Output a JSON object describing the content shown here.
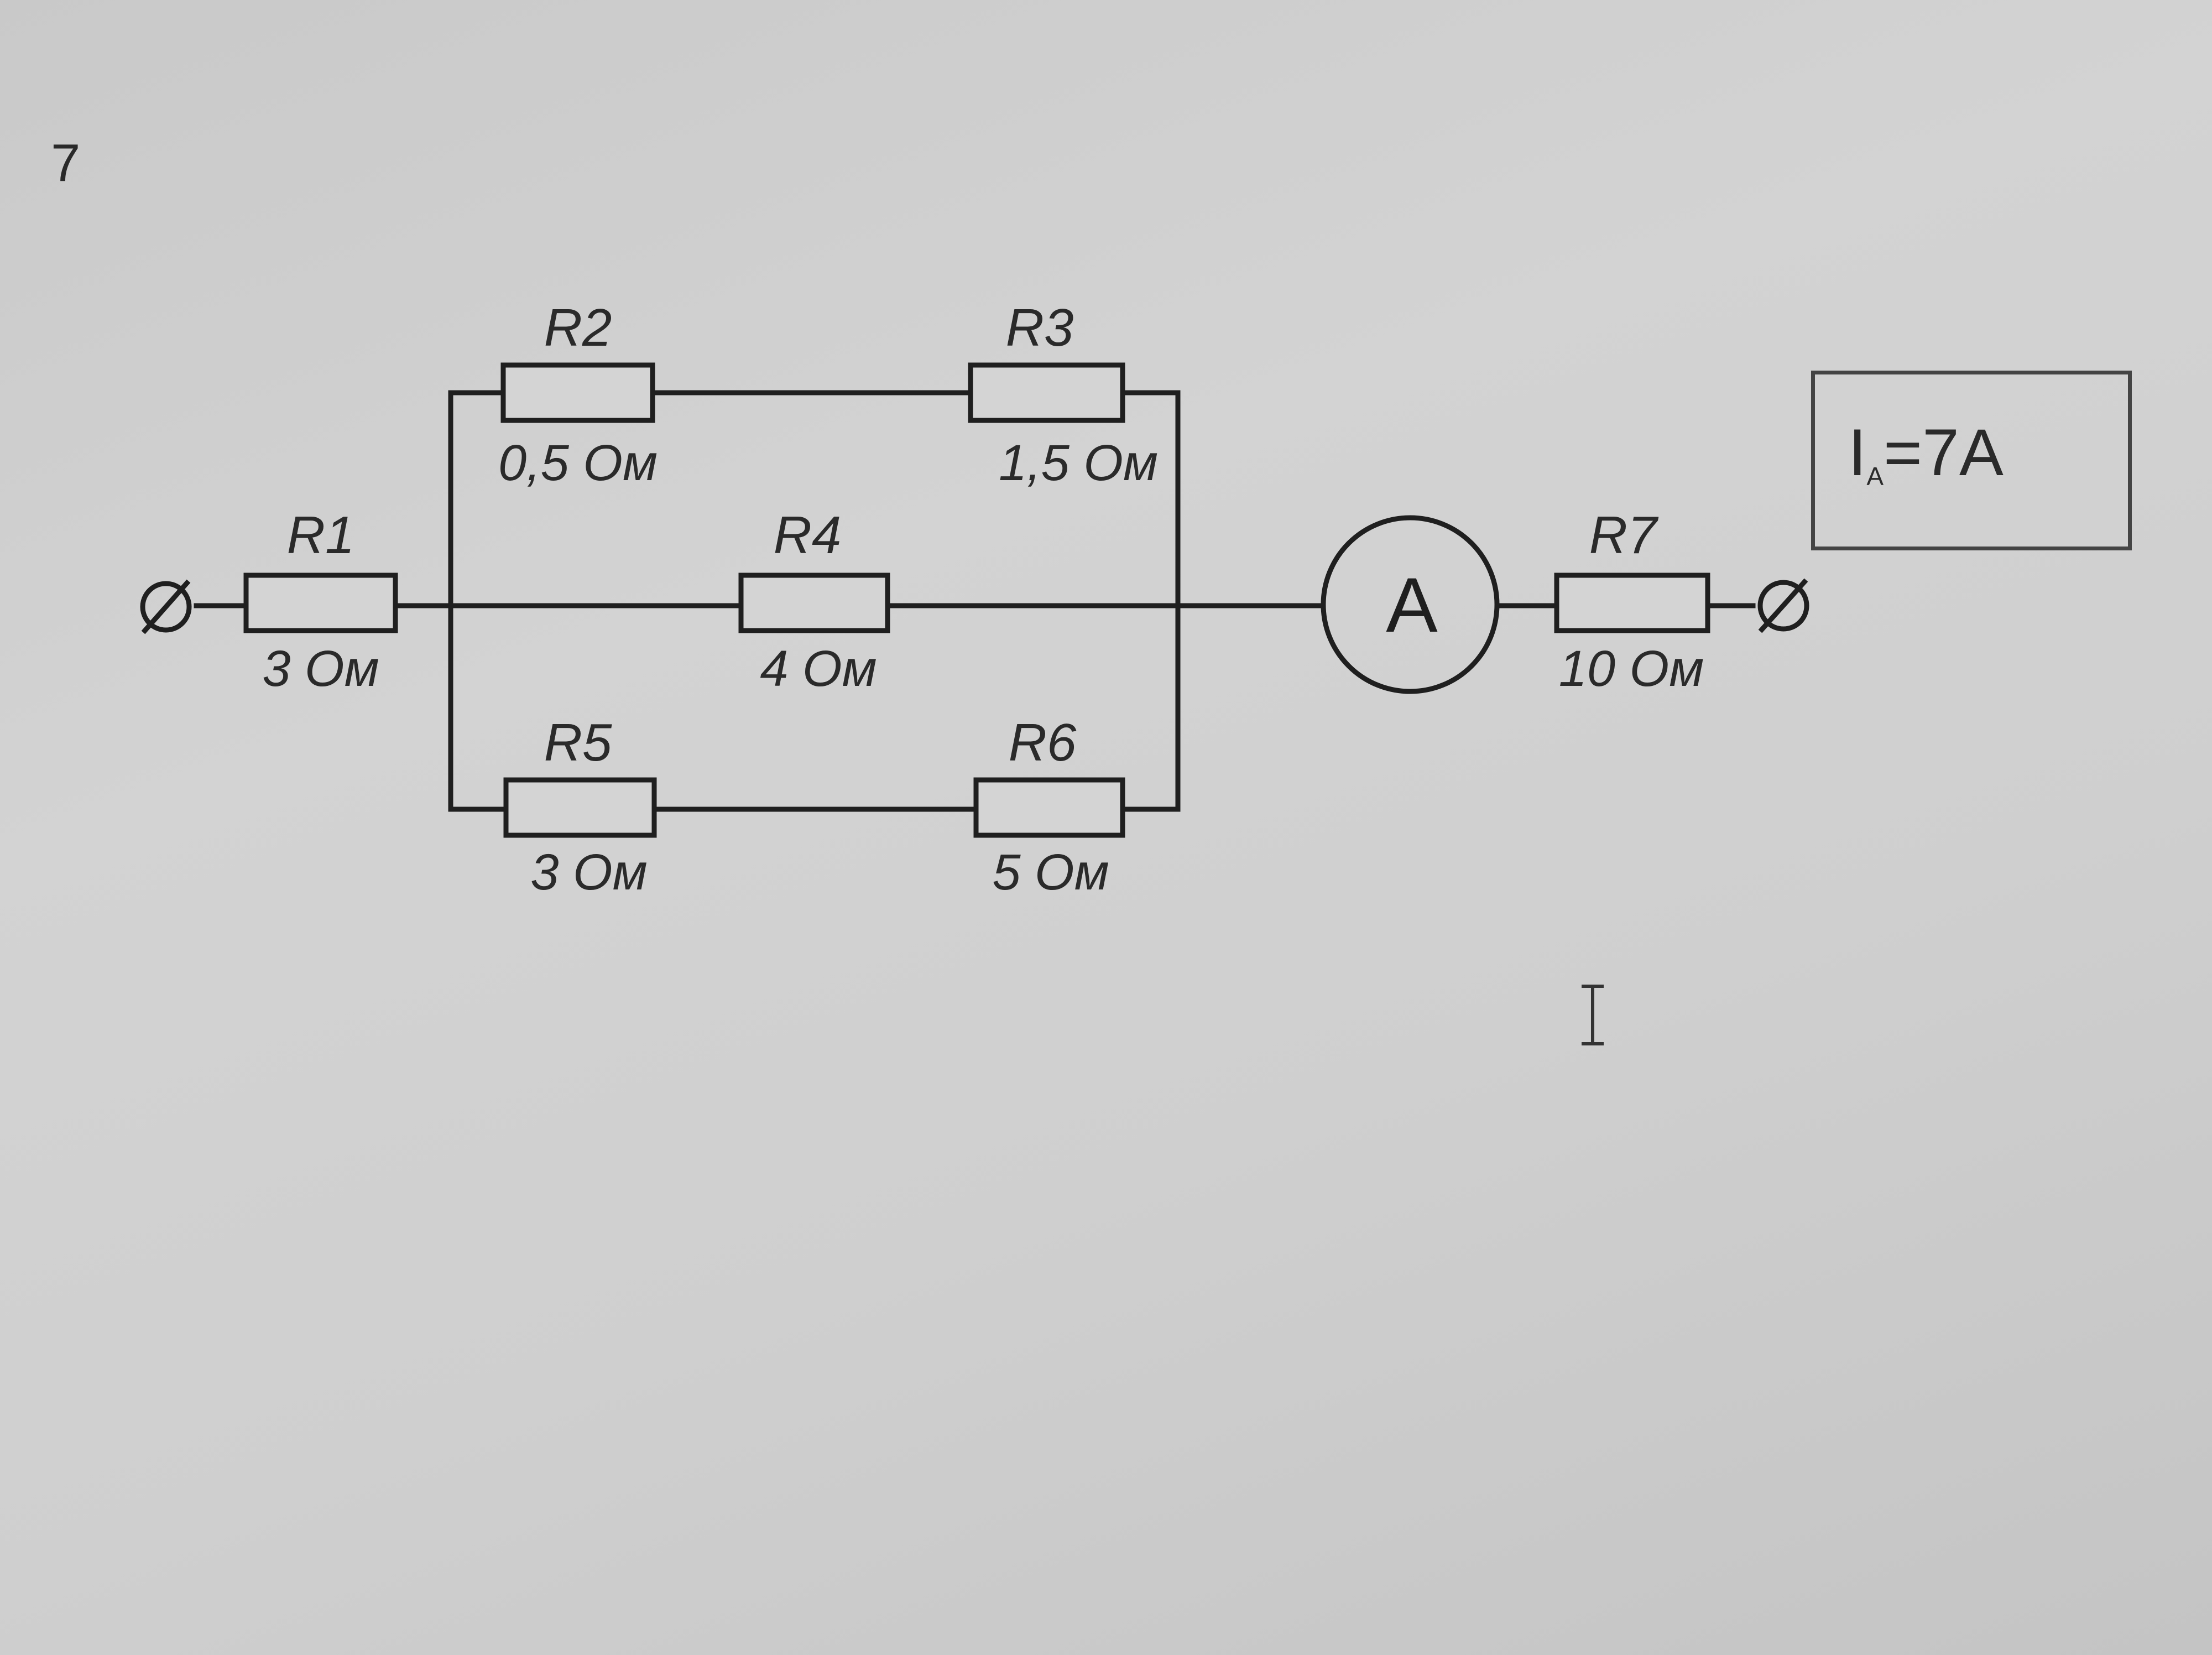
{
  "problem_number": "7",
  "resistors": [
    {
      "id": "r1",
      "name": "R1",
      "value": "3 Ом"
    },
    {
      "id": "r2",
      "name": "R2",
      "value": "0,5 Ом"
    },
    {
      "id": "r3",
      "name": "R3",
      "value": "1,5 Ом"
    },
    {
      "id": "r4",
      "name": "R4",
      "value": "4 Ом"
    },
    {
      "id": "r5",
      "name": "R5",
      "value": "3 Ом"
    },
    {
      "id": "r6",
      "name": "R6",
      "value": "5 Ом"
    },
    {
      "id": "r7",
      "name": "R7",
      "value": "10 Ом"
    }
  ],
  "ammeter": {
    "letter": "A"
  },
  "given": {
    "symbol": "I",
    "subscript": "A",
    "value": "=7A"
  },
  "icons": {
    "terminal_left": "terminal-icon",
    "terminal_right": "terminal-icon",
    "cursor": "text-cursor-icon"
  }
}
